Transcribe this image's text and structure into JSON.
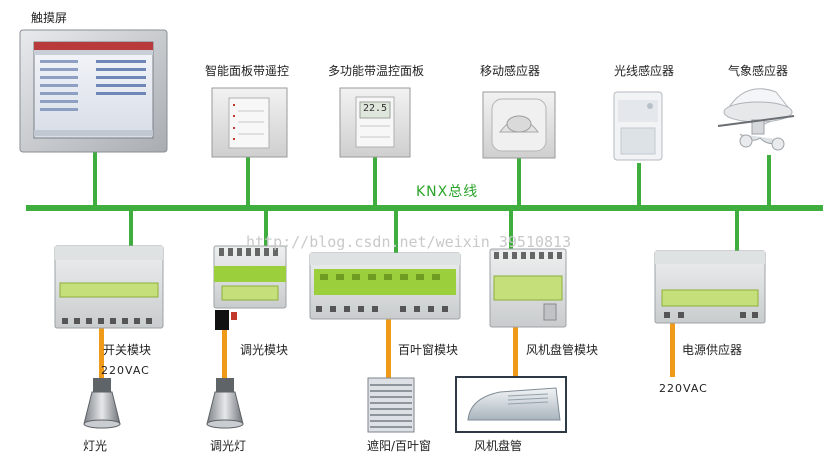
{
  "diagram": {
    "bus_label": "KNX总线",
    "watermark": "http://blog.csdn.net/weixin_39510813",
    "colors": {
      "bus": "#3fae3f",
      "power": "#f09a1a"
    },
    "top_devices": [
      {
        "id": "touchscreen",
        "label": "触摸屏",
        "icon": "touchscreen-icon"
      },
      {
        "id": "smart-panel",
        "label": "智能面板带遥控",
        "icon": "smart-panel-icon"
      },
      {
        "id": "thermo-panel",
        "label": "多功能带温控面板",
        "icon": "thermostat-panel-icon",
        "display": "22.5"
      },
      {
        "id": "motion",
        "label": "移动感应器",
        "icon": "motion-sensor-icon"
      },
      {
        "id": "light-sensor",
        "label": "光线感应器",
        "icon": "light-sensor-icon"
      },
      {
        "id": "weather",
        "label": "气象感应器",
        "icon": "weather-sensor-icon"
      }
    ],
    "bottom_modules": [
      {
        "id": "switch",
        "label": "开关模块",
        "icon": "switch-actuator-icon"
      },
      {
        "id": "dimmer",
        "label": "调光模块",
        "icon": "dimmer-actuator-icon"
      },
      {
        "id": "blind",
        "label": "百叶窗模块",
        "icon": "blind-actuator-icon"
      },
      {
        "id": "fancoil",
        "label": "风机盘管模块",
        "icon": "fan-coil-actuator-icon"
      },
      {
        "id": "psu",
        "label": "电源供应器",
        "icon": "power-supply-icon"
      }
    ],
    "power_labels": {
      "switch": "220VAC",
      "psu": "220VAC"
    },
    "loads": [
      {
        "id": "lamp",
        "label": "灯光",
        "icon": "lamp-icon"
      },
      {
        "id": "dim-lamp",
        "label": "调光灯",
        "icon": "dimmable-lamp-icon"
      },
      {
        "id": "blinds",
        "label": "遮阳/百叶窗",
        "icon": "blinds-icon"
      },
      {
        "id": "fan-coil",
        "label": "风机盘管",
        "icon": "fan-coil-unit-icon"
      }
    ]
  }
}
